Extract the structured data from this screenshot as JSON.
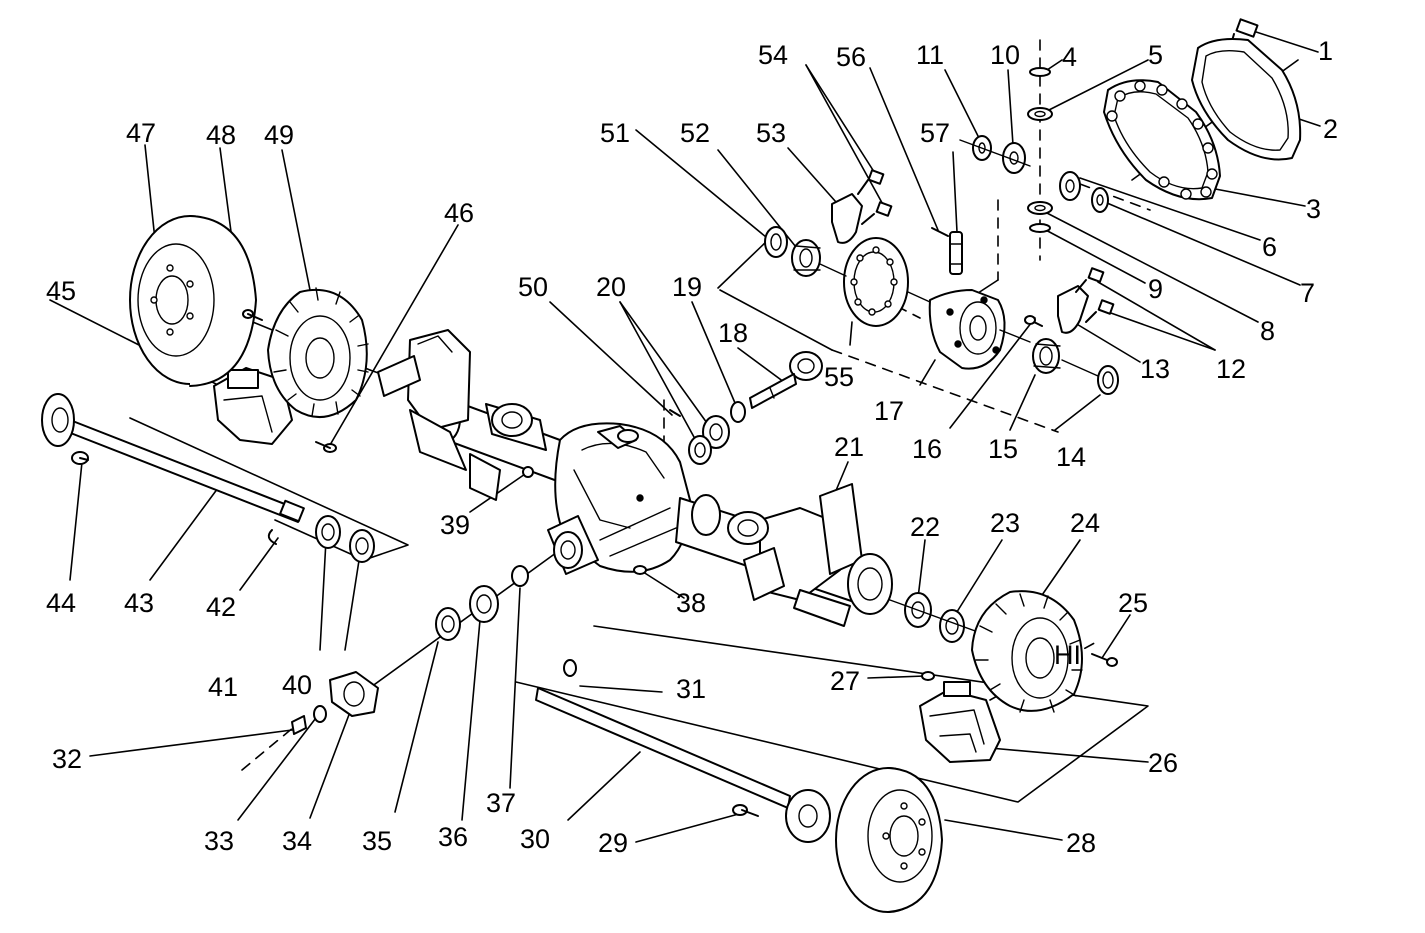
{
  "callouts": [
    "1",
    "2",
    "3",
    "4",
    "5",
    "6",
    "7",
    "8",
    "9",
    "10",
    "11",
    "12",
    "13",
    "14",
    "15",
    "16",
    "17",
    "18",
    "19",
    "20",
    "21",
    "22",
    "23",
    "24",
    "25",
    "26",
    "27",
    "28",
    "29",
    "30",
    "31",
    "32",
    "33",
    "34",
    "35",
    "36",
    "37",
    "38",
    "39",
    "40",
    "41",
    "42",
    "43",
    "44",
    "45",
    "46",
    "47",
    "48",
    "49",
    "50",
    "51",
    "52",
    "53",
    "54",
    "55",
    "56",
    "57"
  ],
  "hub_stamp": "HI"
}
